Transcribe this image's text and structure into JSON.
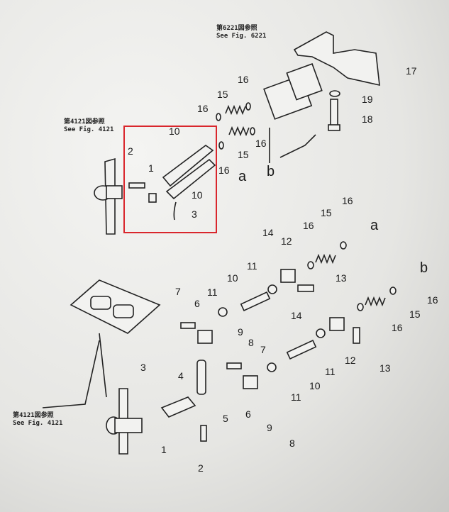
{
  "references": {
    "fig6221": {
      "jp": "第6221図参照",
      "en": "See Fig. 6221"
    },
    "fig4121_top": {
      "jp": "第4121図参照",
      "en": "See Fig. 4121"
    },
    "fig4121_bottom": {
      "jp": "第4121図参照",
      "en": "See Fig. 4121"
    }
  },
  "highlight_color": "#d9262c",
  "callouts": {
    "top": [
      "17",
      "19",
      "18",
      "16",
      "15",
      "16",
      "16",
      "15",
      "16",
      "a",
      "b",
      "10",
      "2",
      "1",
      "10",
      "3"
    ],
    "middle": [
      "16",
      "a",
      "15",
      "16",
      "14",
      "12",
      "11",
      "10",
      "13",
      "b",
      "16",
      "15",
      "16",
      "14",
      "12",
      "11",
      "10",
      "13"
    ],
    "lower": [
      "7",
      "6",
      "11",
      "9",
      "8",
      "7",
      "4",
      "5",
      "6",
      "9",
      "11",
      "8",
      "3",
      "1",
      "2"
    ]
  }
}
